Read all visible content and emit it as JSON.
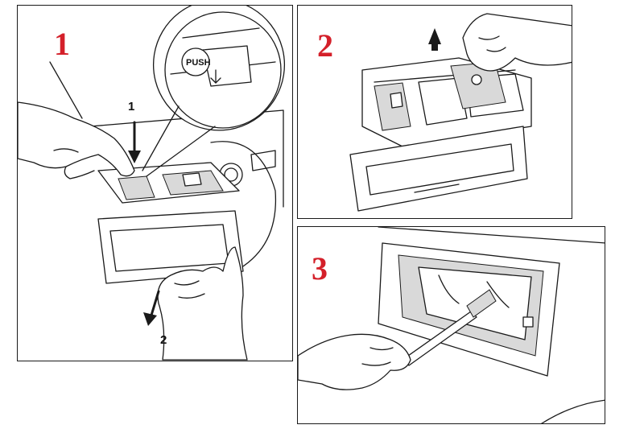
{
  "panels": [
    {
      "step": "1",
      "callouts": [
        "1",
        "2"
      ],
      "button_text": "PUSH"
    },
    {
      "step": "2"
    },
    {
      "step": "3"
    }
  ],
  "colors": {
    "step_number": "#d4202a",
    "line_art": "#1a1a1a",
    "background": "#ffffff"
  }
}
